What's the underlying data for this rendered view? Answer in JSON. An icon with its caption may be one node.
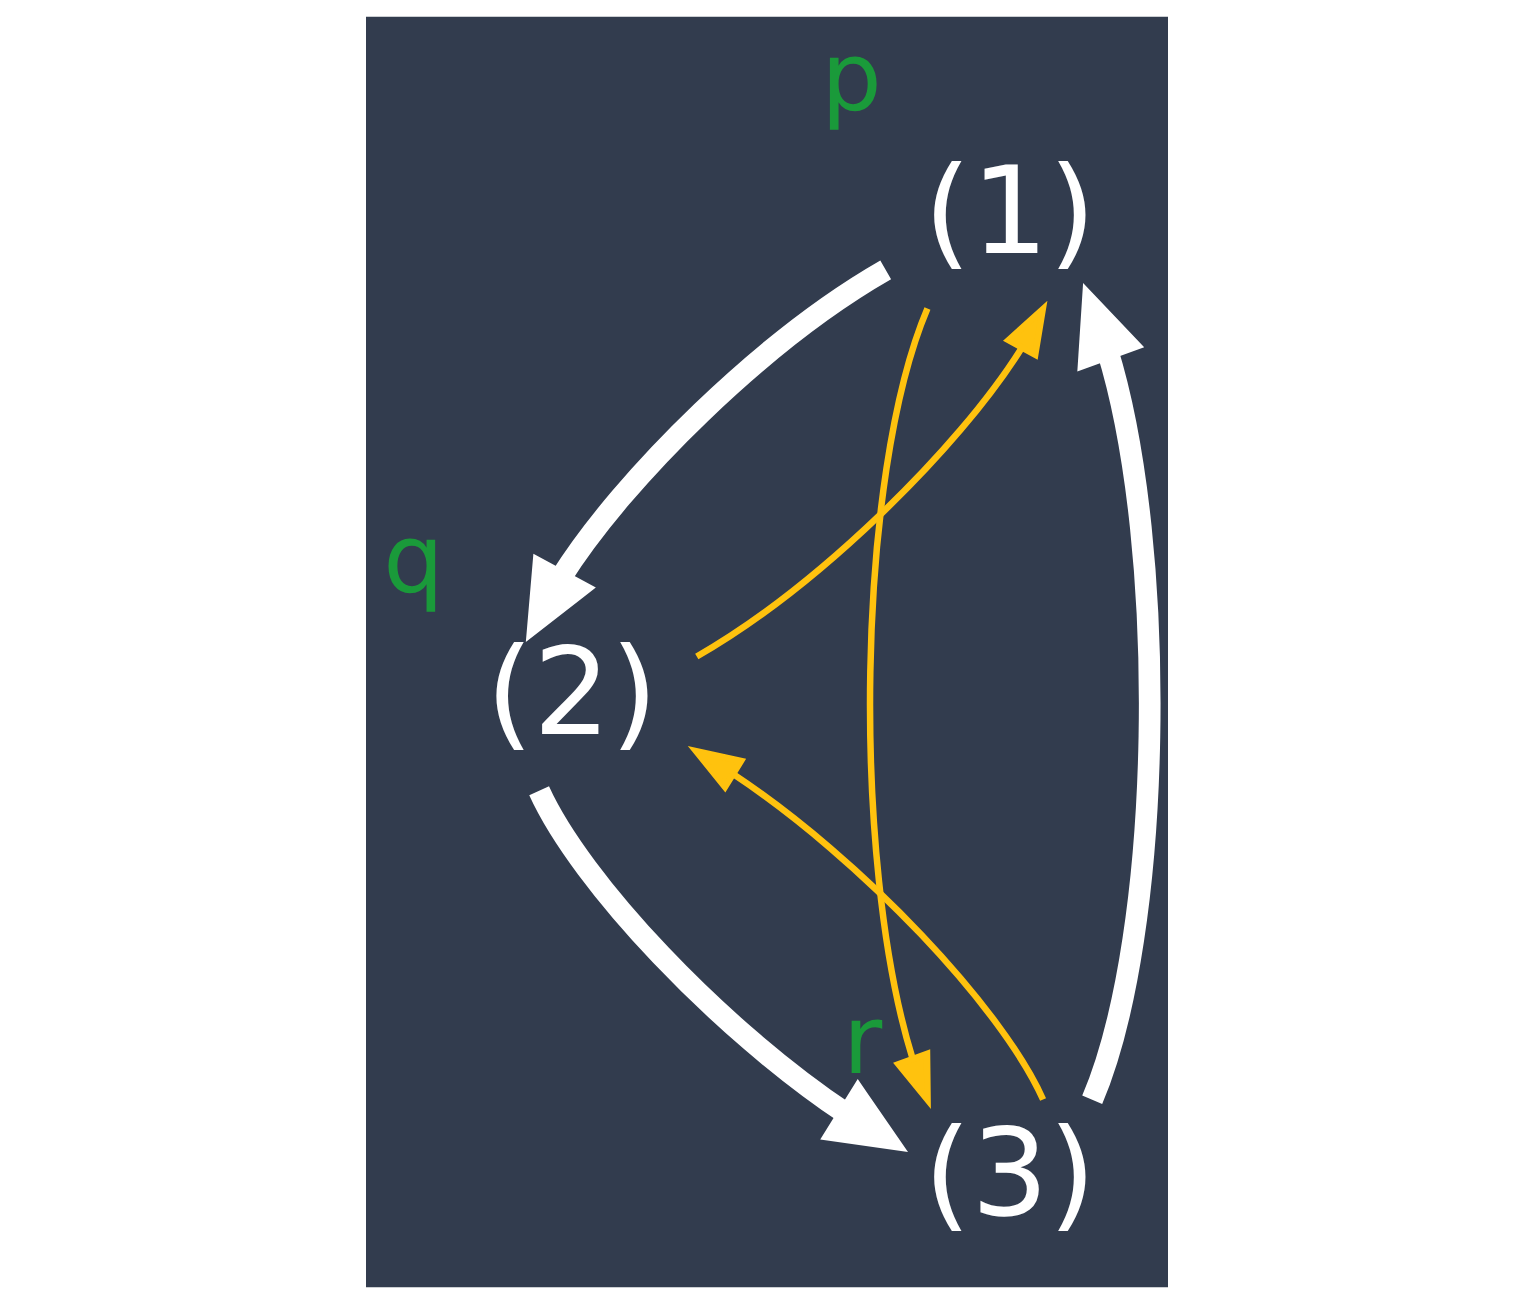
{
  "diagram": {
    "nodes": [
      {
        "text": [
          "(1)"
        ],
        "beside": [
          "p"
        ]
      },
      {
        "text": [
          "(2)"
        ],
        "beside": [
          "q"
        ]
      },
      {
        "text": [
          "(3)"
        ],
        "beside": [
          "r"
        ]
      }
    ],
    "edges": [
      {
        "from": 0,
        "to": 1,
        "arrow": "to",
        "style": "thick"
      },
      {
        "from": 1,
        "to": 2,
        "arrow": "to",
        "style": "thick"
      },
      {
        "from": 2,
        "to": 0,
        "arrow": "to",
        "style": "thick"
      },
      {
        "from": 1,
        "to": 0,
        "arrow": "to",
        "color": "#ffc20e"
      },
      {
        "from": 0,
        "to": 2,
        "arrow": "to",
        "color": "#ffc20e"
      },
      {
        "from": 2,
        "to": 1,
        "arrow": "to",
        "color": "#ffc20e"
      }
    ]
  }
}
